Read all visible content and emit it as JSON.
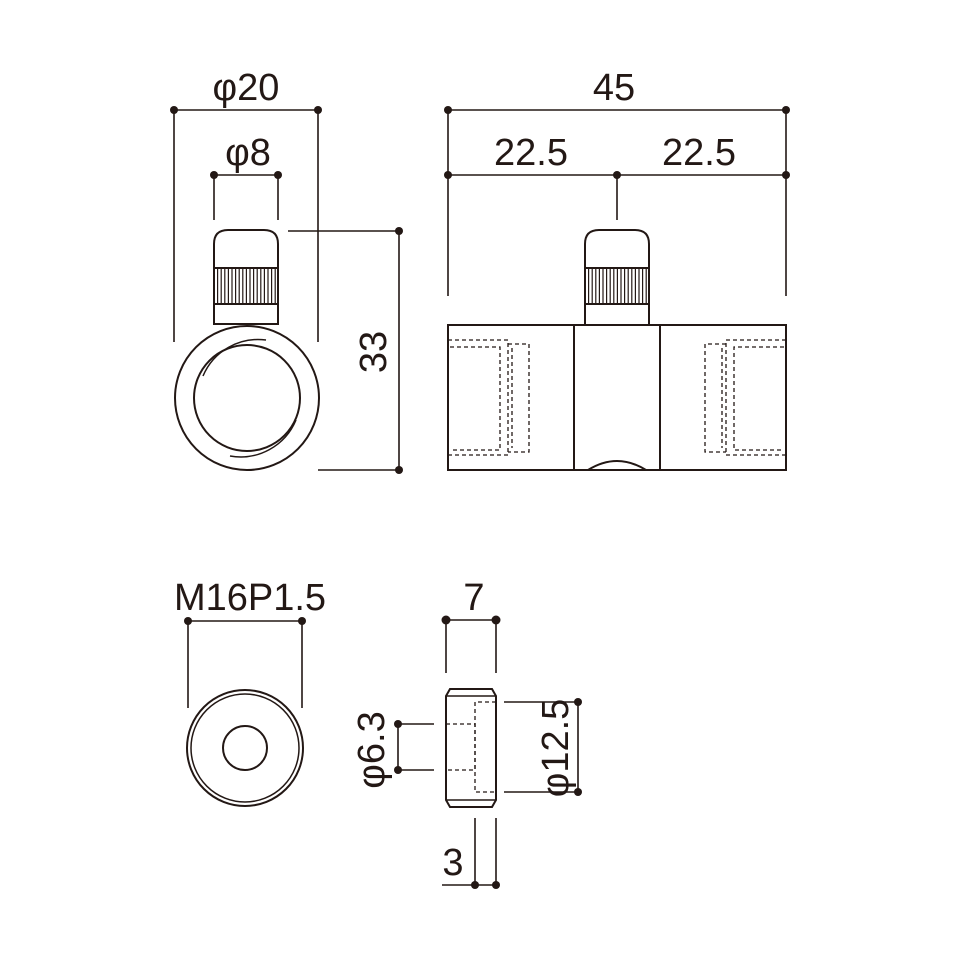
{
  "dimensions": {
    "side_outer_diameter": "φ20",
    "side_knob_diameter": "φ8",
    "side_height": "33",
    "front_total_width": "45",
    "front_half_left": "22.5",
    "front_half_right": "22.5",
    "nut_thread": "M16P1.5",
    "washer_width": "7",
    "washer_inner_diameter": "φ6.3",
    "washer_outer_diameter": "φ12.5",
    "washer_step": "3"
  },
  "colors": {
    "line": "#231815",
    "background": "#ffffff"
  }
}
